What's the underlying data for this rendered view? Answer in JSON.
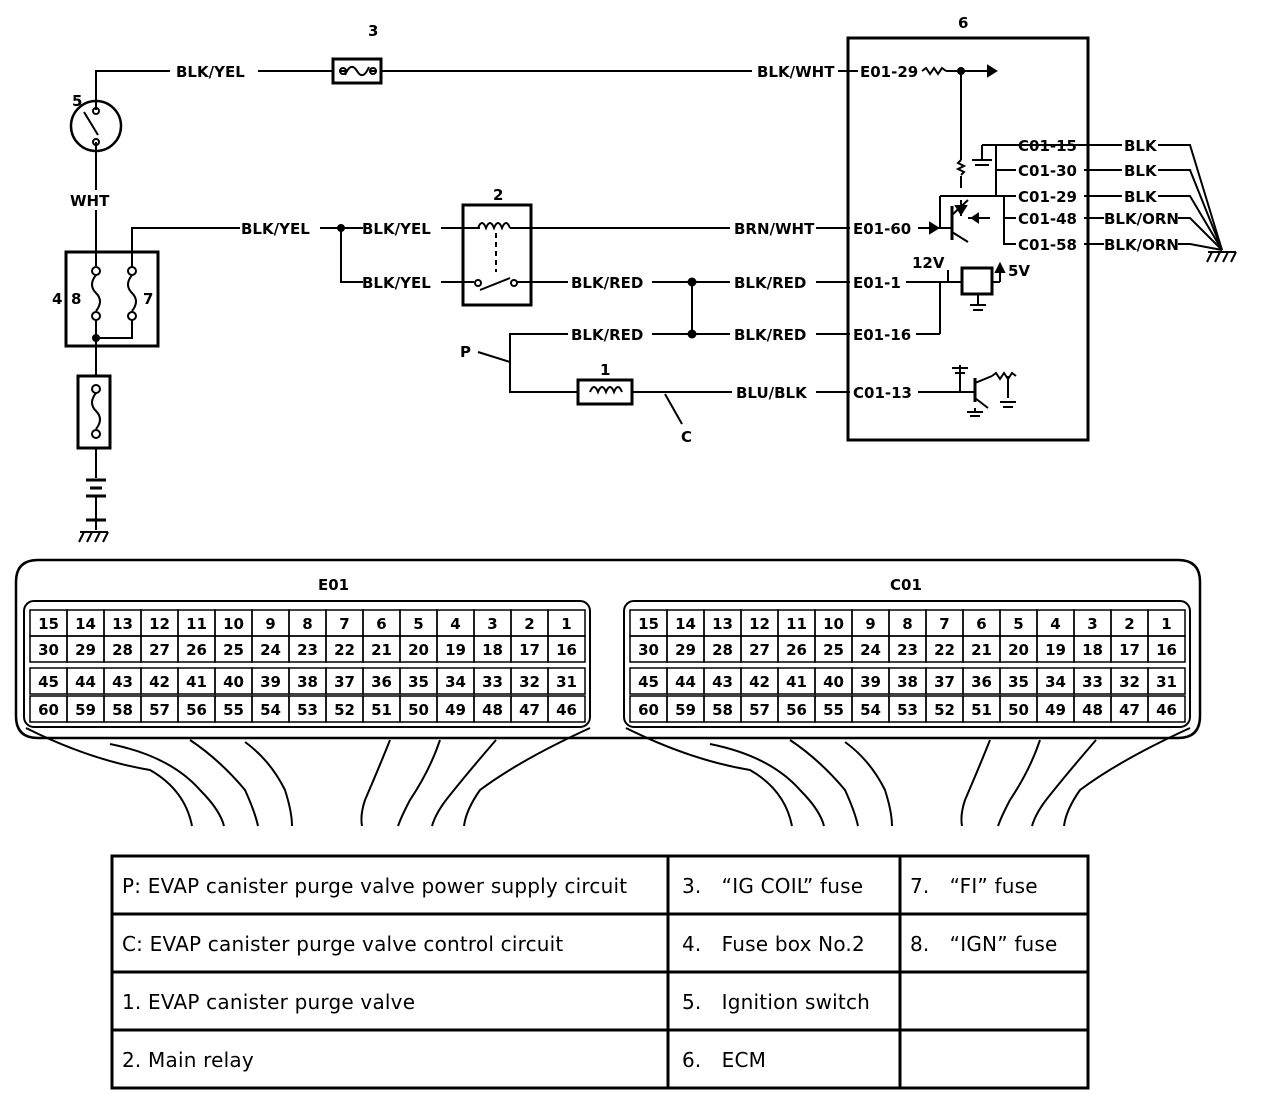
{
  "components": [
    {
      "key": "c1",
      "num": "1"
    },
    {
      "key": "c2",
      "num": "2"
    },
    {
      "key": "c3",
      "num": "3"
    },
    {
      "key": "c4",
      "num": "4"
    },
    {
      "key": "c5",
      "num": "5"
    },
    {
      "key": "c6",
      "num": "6"
    },
    {
      "key": "c7",
      "num": "7"
    },
    {
      "key": "c8",
      "num": "8"
    }
  ],
  "circuit_labels": {
    "p": "P",
    "c": "C"
  },
  "wires": [
    {
      "key": "w1",
      "text": "BLK/YEL"
    },
    {
      "key": "w2",
      "text": "BLK/WHT"
    },
    {
      "key": "w3",
      "text": "WHT"
    },
    {
      "key": "w4",
      "text": "BLK/YEL"
    },
    {
      "key": "w5",
      "text": "BLK/YEL"
    },
    {
      "key": "w6",
      "text": "BLK/YEL"
    },
    {
      "key": "w7",
      "text": "BRN/WHT"
    },
    {
      "key": "w8",
      "text": "BLK/RED"
    },
    {
      "key": "w9",
      "text": "BLK/RED"
    },
    {
      "key": "w10",
      "text": "BLK/RED"
    },
    {
      "key": "w11",
      "text": "BLK/RED"
    },
    {
      "key": "w12",
      "text": "BLU/BLK"
    },
    {
      "key": "w13",
      "text": "BLK"
    },
    {
      "key": "w14",
      "text": "BLK"
    },
    {
      "key": "w15",
      "text": "BLK"
    },
    {
      "key": "w16",
      "text": "BLK/ORN"
    },
    {
      "key": "w17",
      "text": "BLK/ORN"
    }
  ],
  "ecm_pins": [
    {
      "key": "p1",
      "text": "E01-29"
    },
    {
      "key": "p2",
      "text": "E01-60"
    },
    {
      "key": "p3",
      "text": "E01-1"
    },
    {
      "key": "p4",
      "text": "E01-16"
    },
    {
      "key": "p5",
      "text": "C01-13"
    },
    {
      "key": "p6",
      "text": "C01-15"
    },
    {
      "key": "p7",
      "text": "C01-30"
    },
    {
      "key": "p8",
      "text": "C01-29"
    },
    {
      "key": "p9",
      "text": "C01-48"
    },
    {
      "key": "p10",
      "text": "C01-58"
    }
  ],
  "voltages": {
    "v12": "12V",
    "v5": "5V"
  },
  "connectors": [
    {
      "name": "E01",
      "rows": [
        [
          "15",
          "14",
          "13",
          "12",
          "11",
          "10",
          "9",
          "8",
          "7",
          "6",
          "5",
          "4",
          "3",
          "2",
          "1"
        ],
        [
          "30",
          "29",
          "28",
          "27",
          "26",
          "25",
          "24",
          "23",
          "22",
          "21",
          "20",
          "19",
          "18",
          "17",
          "16"
        ],
        [
          "45",
          "44",
          "43",
          "42",
          "41",
          "40",
          "39",
          "38",
          "37",
          "36",
          "35",
          "34",
          "33",
          "32",
          "31"
        ],
        [
          "60",
          "59",
          "58",
          "57",
          "56",
          "55",
          "54",
          "53",
          "52",
          "51",
          "50",
          "49",
          "48",
          "47",
          "46"
        ]
      ]
    },
    {
      "name": "C01",
      "rows": [
        [
          "15",
          "14",
          "13",
          "12",
          "11",
          "10",
          "9",
          "8",
          "7",
          "6",
          "5",
          "4",
          "3",
          "2",
          "1"
        ],
        [
          "30",
          "29",
          "28",
          "27",
          "26",
          "25",
          "24",
          "23",
          "22",
          "21",
          "20",
          "19",
          "18",
          "17",
          "16"
        ],
        [
          "45",
          "44",
          "43",
          "42",
          "41",
          "40",
          "39",
          "38",
          "37",
          "36",
          "35",
          "34",
          "33",
          "32",
          "31"
        ],
        [
          "60",
          "59",
          "58",
          "57",
          "56",
          "55",
          "54",
          "53",
          "52",
          "51",
          "50",
          "49",
          "48",
          "47",
          "46"
        ]
      ]
    }
  ],
  "legend": [
    [
      "P: EVAP canister purge valve power supply circuit",
      "3. “IG COIL” fuse",
      "7. “FI” fuse"
    ],
    [
      "C: EVAP canister purge valve control circuit",
      "4. Fuse box No.2",
      "8. “IGN” fuse"
    ],
    [
      "1. EVAP canister purge valve",
      "5. Ignition switch",
      ""
    ],
    [
      "2. Main relay",
      "6. ECM",
      ""
    ]
  ]
}
